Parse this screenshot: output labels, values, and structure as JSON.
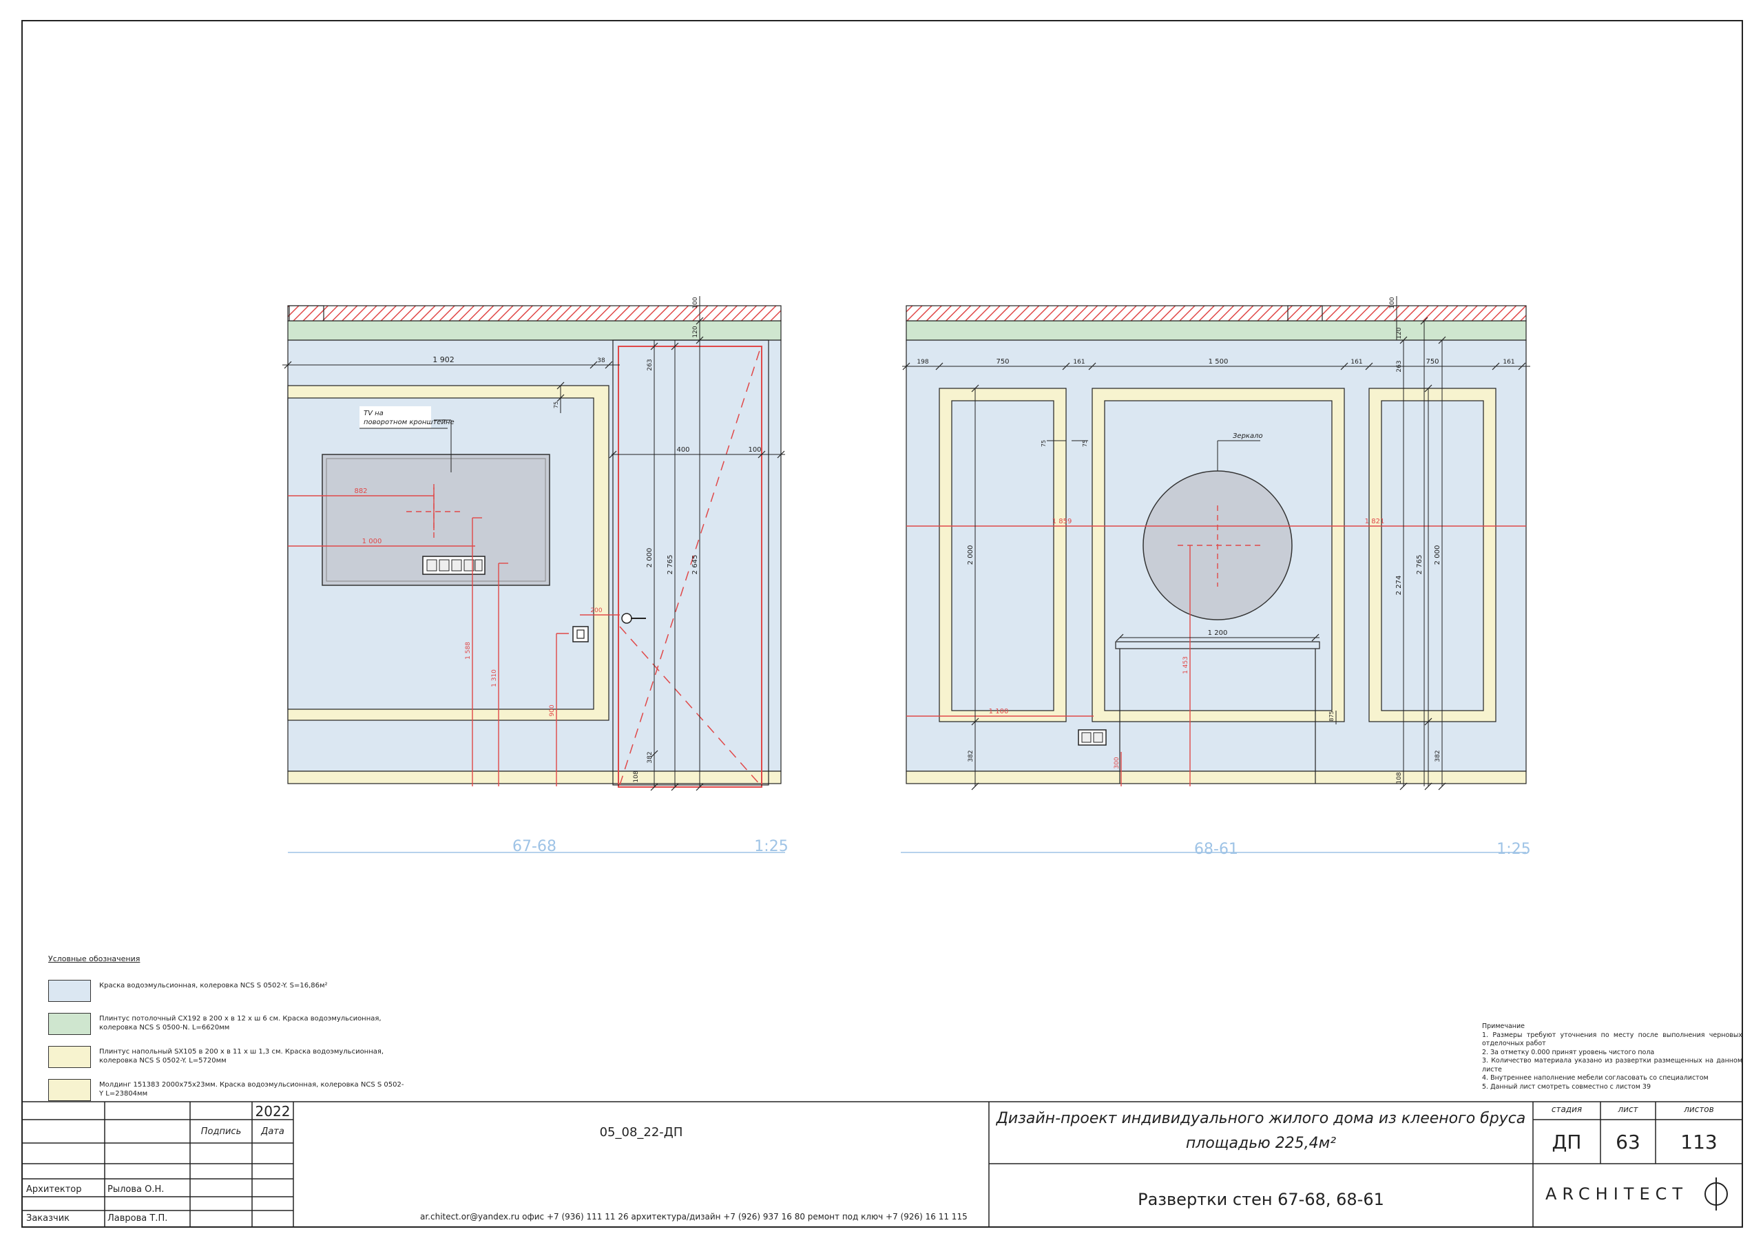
{
  "drawings": [
    {
      "id": "67-68",
      "label": "67-68",
      "scale": "1:25",
      "dims_top": [
        "1 902",
        "38"
      ],
      "dims_vertical": [
        "100",
        "120",
        "263",
        "2 000",
        "2 765",
        "2 645",
        "382",
        "108",
        "1 588",
        "1 310",
        "900"
      ],
      "dims_horizontal": [
        "882",
        "1 000",
        "400",
        "100",
        "200",
        "75"
      ],
      "callout": "TV на поворотном кронштейне"
    },
    {
      "id": "68-61",
      "label": "68-61",
      "scale": "1:25",
      "dims_top": [
        "198",
        "750",
        "161",
        "1 500",
        "161",
        "750",
        "161"
      ],
      "dims_vertical": [
        "100",
        "120",
        "263",
        "2 000",
        "2 274",
        "2 765",
        "2 000",
        "382",
        "108",
        "382",
        "1 453",
        "300",
        "875"
      ],
      "dims_horizontal": [
        "1 859",
        "1 821",
        "1 200",
        "1 100",
        "75",
        "75"
      ],
      "callout": "Зеркало"
    }
  ],
  "legend": {
    "title": "Условные обозначения",
    "items": [
      {
        "color": "#dbe7f2",
        "text": "Краска водоэмульсионная, колеровка NCS S 0502-Y. S=16,86м²"
      },
      {
        "color": "#cfe6cf",
        "text": "Плинтус потолочный CX192 в 200 x в 12 x ш 6 см. Краска водоэмульсионная, колеровка NCS S 0500-N. L=6620мм"
      },
      {
        "color": "#f7f3cf",
        "text": "Плинтус напольный SX105 в 200 x в 11 x ш 1,3 см. Краска водоэмульсионная, колеровка NCS S 0502-Y. L=5720мм"
      },
      {
        "color": "#f7f3cf",
        "text": "Молдинг 151383 2000x75x23мм. Краска водоэмульсионная, колеровка NCS S 0502-Y L=23804мм"
      }
    ]
  },
  "notes": {
    "title": "Примечание",
    "items": [
      "1. Размеры требуют уточнения по месту после выполнения черновых отделочных работ",
      "2. За отметку 0.000 принят уровень чистого пола",
      "3. Количество материала указано из развертки размещенных на данном листе",
      "4. Внутреннее наполнение мебели согласовать со специалистом",
      "5. Данный лист смотреть совместно с листом 39"
    ]
  },
  "title_block": {
    "project_code": "05_08_22-ДП",
    "year": "2022",
    "podpis_label": "Подпись",
    "data_label": "Дата",
    "architect_label": "Архитектор",
    "architect_name": "Рылова О.Н.",
    "customer_label": "Заказчик",
    "customer_name": "Лаврова Т.П.",
    "project_title_line1": "Дизайн-проект индивидуального жилого дома из клееного бруса",
    "project_title_line2": "площадью 225,4м²",
    "sheet_title": "Развертки стен 67-68, 68-61",
    "stage_label": "стадия",
    "stage_value": "ДП",
    "sheet_label": "лист",
    "sheet_value": "63",
    "sheets_label": "листов",
    "sheets_value": "113",
    "contacts": "ar.chitect.or@yandex.ru      офис +7 (936) 111 11 26    архитектура/дизайн +7 (926) 937 16 80 ремонт под ключ +7 (926) 16 11 115",
    "logo_text": "ARCHITECT"
  }
}
